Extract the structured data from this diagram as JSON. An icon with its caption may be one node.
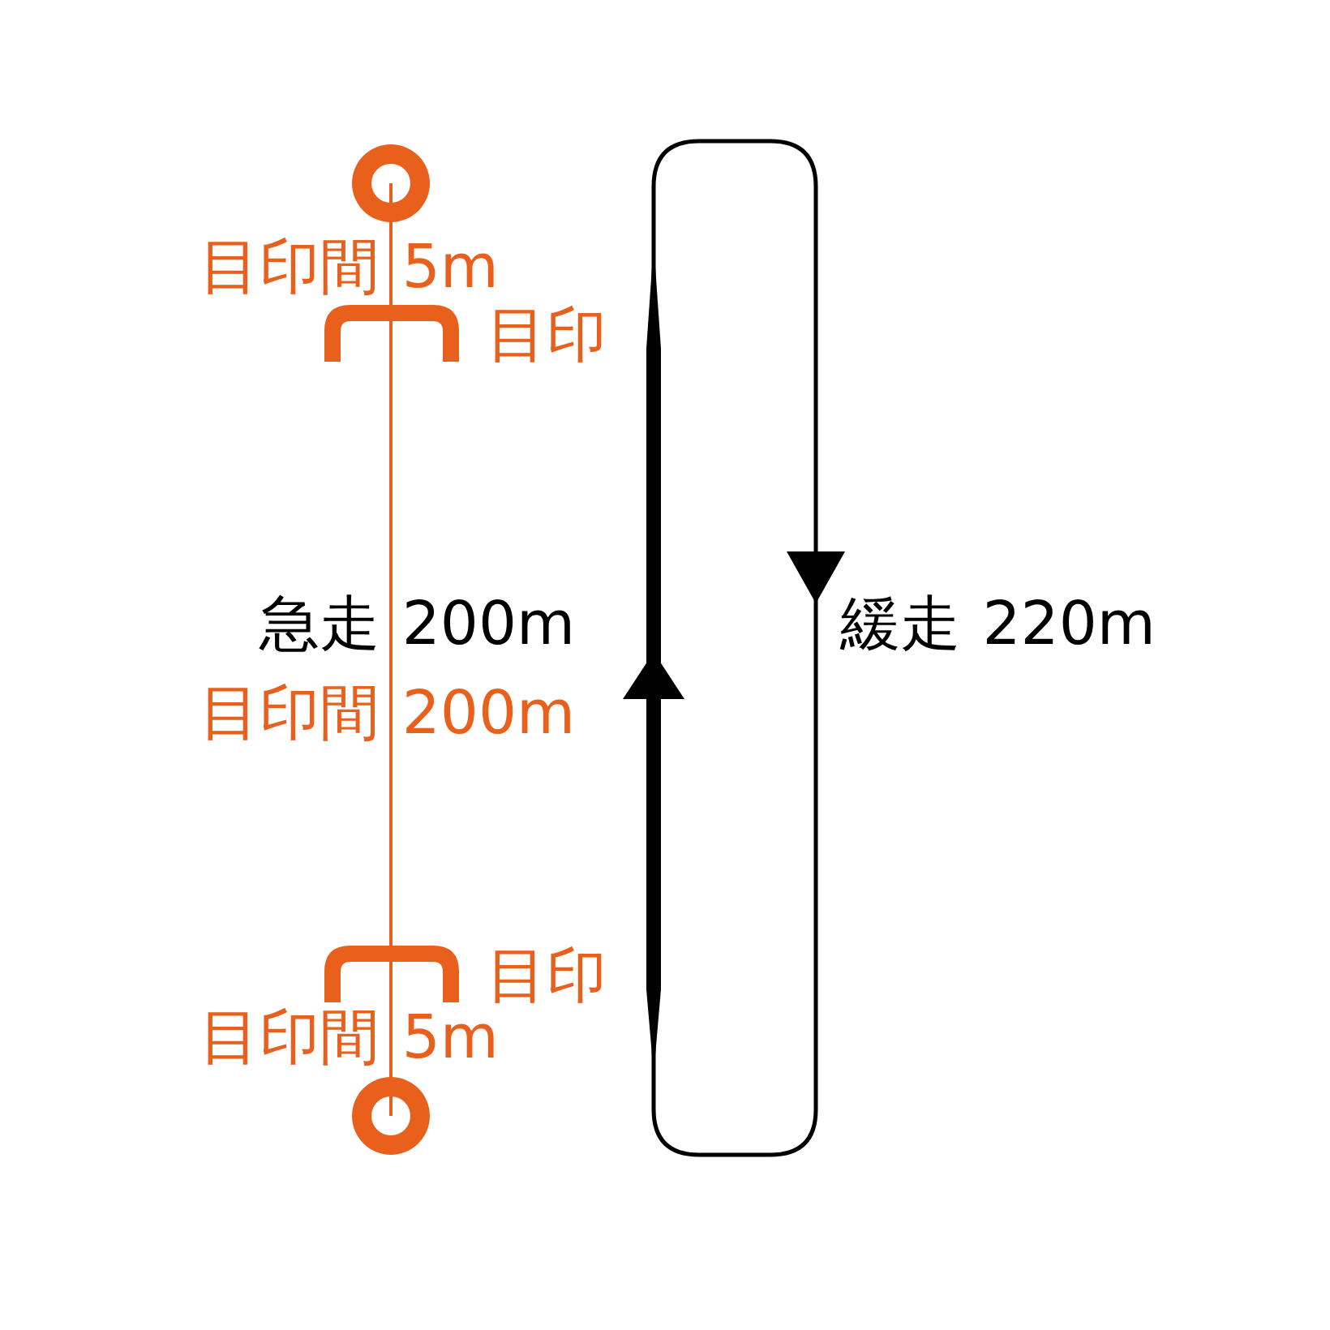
{
  "diagram": {
    "labels": [
      "目印間 5m",
      "目印",
      "急走 200m",
      "緩走 220m",
      "目印間 200m",
      "目印",
      "目印間 5m"
    ]
  }
}
